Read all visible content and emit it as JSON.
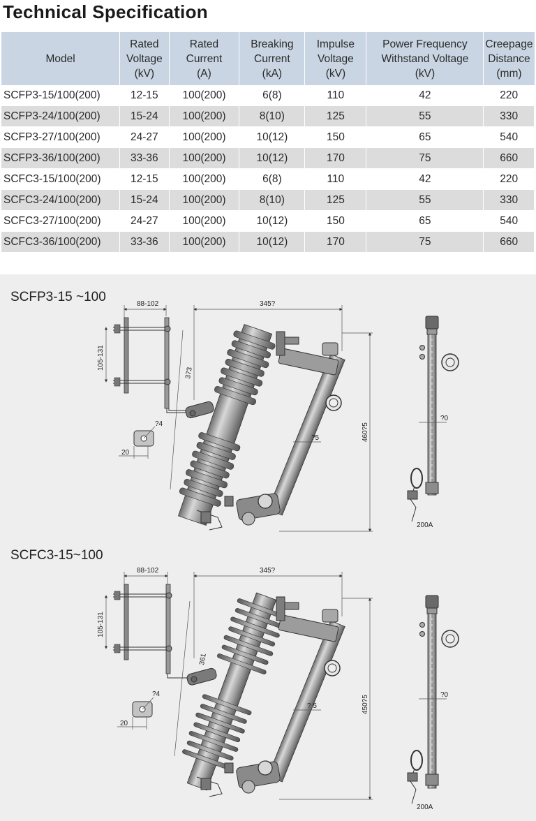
{
  "title": "Technical Specification",
  "table": {
    "headers": [
      [
        "Model"
      ],
      [
        "Rated",
        "Voltage",
        "(kV)"
      ],
      [
        "Rated",
        "Current",
        "(A)"
      ],
      [
        "Breaking",
        "Current",
        "(kA)"
      ],
      [
        "Impulse",
        "Voltage",
        "(kV)"
      ],
      [
        "Power Frequency",
        "Withstand Voltage",
        "(kV)"
      ],
      [
        "Creepage",
        "Distance",
        "(mm)"
      ]
    ],
    "rows": [
      [
        "SCFP3-15/100(200)",
        "12-15",
        "100(200)",
        "6(8)",
        "110",
        "42",
        "220"
      ],
      [
        "SCFP3-24/100(200)",
        "15-24",
        "100(200)",
        "8(10)",
        "125",
        "55",
        "330"
      ],
      [
        "SCFP3-27/100(200)",
        "24-27",
        "100(200)",
        "10(12)",
        "150",
        "65",
        "540"
      ],
      [
        "SCFP3-36/100(200)",
        "33-36",
        "100(200)",
        "10(12)",
        "170",
        "75",
        "660"
      ],
      [
        "SCFC3-15/100(200)",
        "12-15",
        "100(200)",
        "6(8)",
        "110",
        "42",
        "220"
      ],
      [
        "SCFC3-24/100(200)",
        "15-24",
        "100(200)",
        "8(10)",
        "125",
        "55",
        "330"
      ],
      [
        "SCFC3-27/100(200)",
        "24-27",
        "100(200)",
        "10(12)",
        "150",
        "65",
        "540"
      ],
      [
        "SCFC3-36/100(200)",
        "33-36",
        "100(200)",
        "10(12)",
        "170",
        "75",
        "660"
      ]
    ]
  },
  "drawings": {
    "top": {
      "title": "SCFP3-15 ~100",
      "dims": {
        "bracket_width": "88-102",
        "top_length": "345?",
        "bracket_height": "105-131",
        "insulator_length": "373",
        "bolt_hole": "?4",
        "bolt_width": "20",
        "tube_diameter": "?5",
        "overall_height": "460?5",
        "side_diameter": "?0",
        "side_rating": "200A"
      }
    },
    "bottom": {
      "title": "SCFC3-15~100",
      "dims": {
        "bracket_width": "88-102",
        "top_length": "345?",
        "bracket_height": "105-131",
        "insulator_length": "361",
        "bolt_hole": "?4",
        "bolt_width": "20",
        "tube_diameter": "? 5",
        "overall_height": "450?5",
        "side_diameter": "?0",
        "side_rating": "200A"
      }
    }
  }
}
